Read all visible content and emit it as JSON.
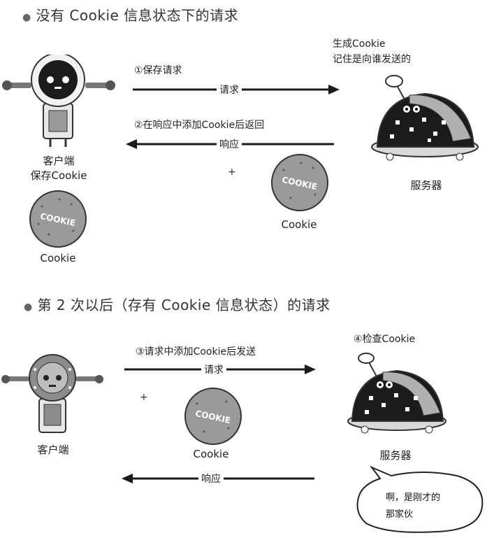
{
  "section1": {
    "title": "没有 Cookie 信息状态下的请求",
    "step1_label": "①保存请求",
    "request_label": "请求",
    "step2_label": "②在响应中添加Cookie后返回",
    "response_label": "响应",
    "client_label_line1": "客户端",
    "client_label_line2": "保存Cookie",
    "client_cookie_label": "Cookie",
    "plus": "+",
    "server_cookie_label": "Cookie",
    "server_note_line1": "生成Cookie",
    "server_note_line2": "记住是向谁发送的",
    "server_label": "服务器",
    "cookie_text": "COOKIE"
  },
  "section2": {
    "title": "第 2 次以后（存有 Cookie 信息状态）的请求",
    "step3_label": "③请求中添加Cookie后发送",
    "request_label": "请求",
    "plus": "+",
    "cookie_label": "Cookie",
    "client_label": "客户端",
    "step4_label": "④检查Cookie",
    "server_label": "服务器",
    "response_label": "响应",
    "speech_line1": "啊，是刚才的",
    "speech_line2": "那家伙",
    "cookie_text": "COOKIE"
  },
  "colors": {
    "robot_dark": "#1b1b1b",
    "robot_grey": "#8c8c8c",
    "cookie_grey": "#9a9a9a",
    "arrow": "#1a1a1a"
  },
  "icons": [
    "client-robot-icon",
    "server-robot-icon",
    "cookie-icon",
    "speech-bubble-icon"
  ]
}
